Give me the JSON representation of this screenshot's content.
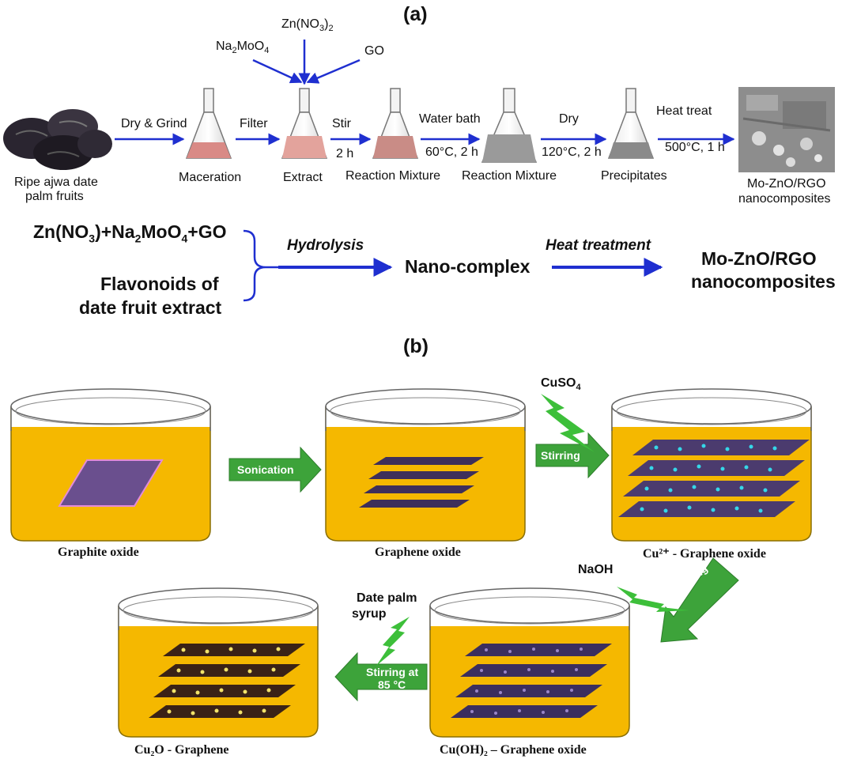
{
  "panel_a": {
    "label": "(a)",
    "reagents": {
      "zn": "Zn(NO3)2",
      "mo": "Na2MoO4",
      "go": "GO"
    },
    "steps": [
      {
        "name": "Ripe ajwa date palm fruits"
      },
      {
        "name": "Maceration"
      },
      {
        "name": "Extract"
      },
      {
        "name": "Reaction Mixture"
      },
      {
        "name": "Reaction Mixture"
      },
      {
        "name": "Precipitates"
      },
      {
        "name": "Mo-ZnO/RGO nanocomposites"
      }
    ],
    "arrow_labels": {
      "dry_grind": "Dry & Grind",
      "filter": "Filter",
      "stir": "Stir",
      "stir_time": "2 h",
      "water_bath": "Water bath",
      "water_bath_cond": "60°C, 2 h",
      "dry": "Dry",
      "dry_cond": "120°C, 2 h",
      "heat_treat": "Heat treat",
      "heat_cond": "500°C, 1 h"
    },
    "fruit_label_line1": "Ripe ajwa date",
    "fruit_label_line2": "palm fruits",
    "product_line1": "Mo-ZnO/RGO",
    "product_line2": "nanocomposites",
    "equation": {
      "reactants_line": "Zn(NO3)+Na2MoO4+GO",
      "flavonoids_line1": "Flavonoids of",
      "flavonoids_line2": "date fruit extract",
      "hydrolysis": "Hydrolysis",
      "intermediate": "Nano-complex",
      "heat_treatment": "Heat treatment",
      "product_line1": "Mo-ZnO/RGO",
      "product_line2": "nanocomposites"
    }
  },
  "panel_b": {
    "label": "(b)",
    "beakers": {
      "graphite_oxide": "Graphite oxide",
      "graphene_oxide": "Graphene oxide",
      "cu_go": "Cu²⁺ - Graphene oxide",
      "cuoh_go": "Cu(OH)₂ – Graphene oxide",
      "cu2o_g": "Cu₂O - Graphene"
    },
    "arrows": {
      "sonication": "Sonication",
      "stirring1": "Stirring",
      "stirring2": "Stirring",
      "stirring85_line1": "Stirring at",
      "stirring85_line2": "85 °C"
    },
    "reagents": {
      "cuso4": "CuSO4",
      "naoh": "NaOH",
      "syrup_line1": "Date palm",
      "syrup_line2": "syrup"
    },
    "colors": {
      "liquid": "#F5B800",
      "sheet": "#4B3B6E",
      "sheet_dark": "#3A2216",
      "arrow_green": "#3DA33A",
      "dot_cyan": "#35D7E8",
      "dot_yellow": "#F2E36A",
      "flow_blue": "#1F2FD0"
    }
  }
}
